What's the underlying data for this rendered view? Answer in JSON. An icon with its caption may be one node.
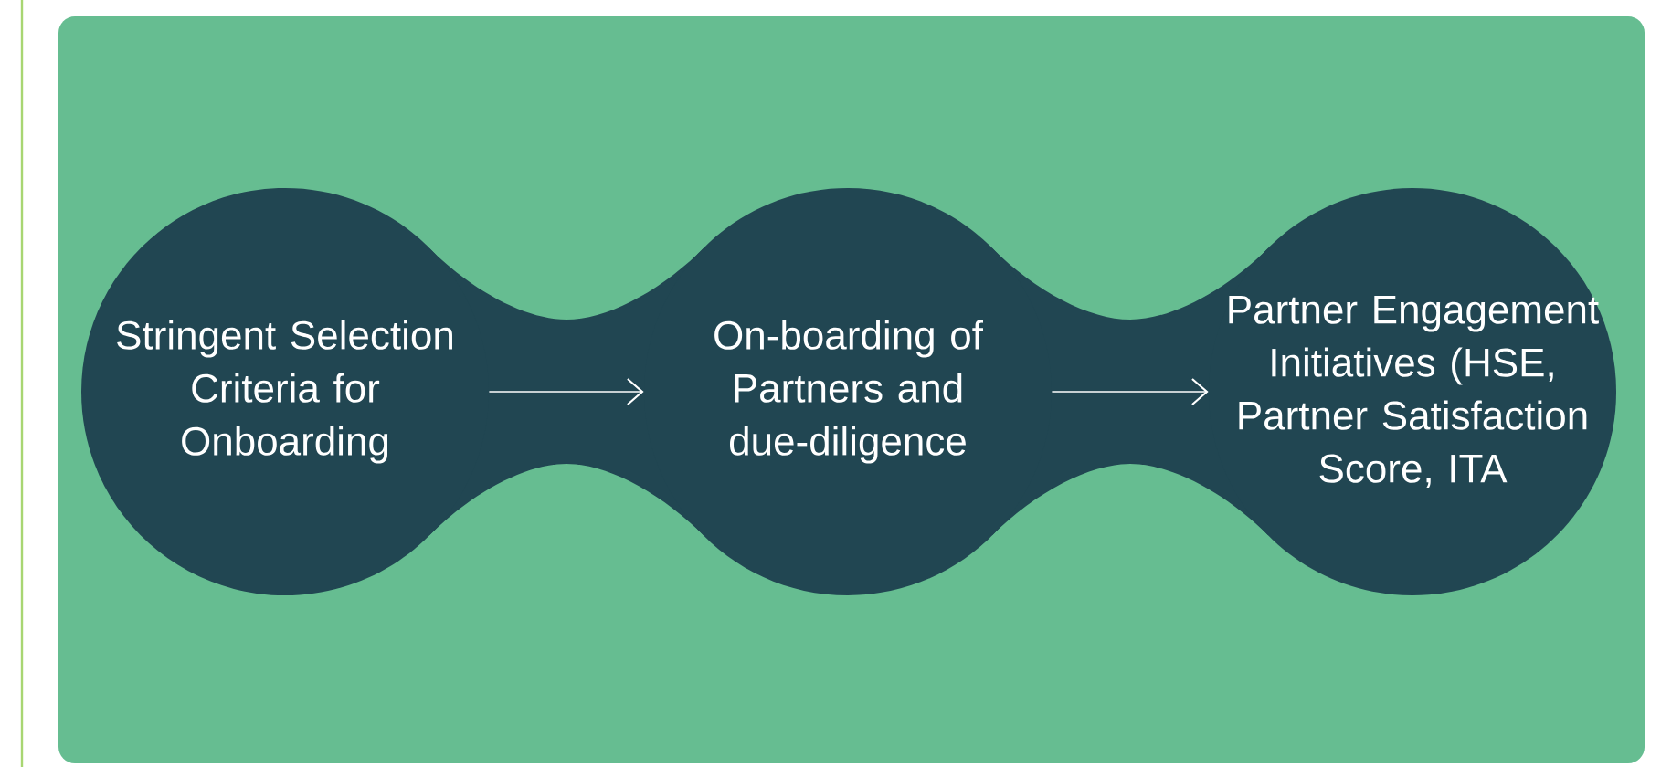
{
  "diagram": {
    "nodes": [
      {
        "text": [
          "Stringent Selection Criteria for Onboarding"
        ]
      },
      {
        "text": [
          "On-boarding of Partners and due-diligence"
        ]
      },
      {
        "text": [
          "Partner Engagement Initiatives (HSE, Partner Satisfaction Score, ITA"
        ]
      }
    ],
    "edges": [
      {
        "from": 0,
        "to": 1,
        "arrow": "to"
      },
      {
        "from": 1,
        "to": 2,
        "arrow": "to"
      }
    ]
  }
}
